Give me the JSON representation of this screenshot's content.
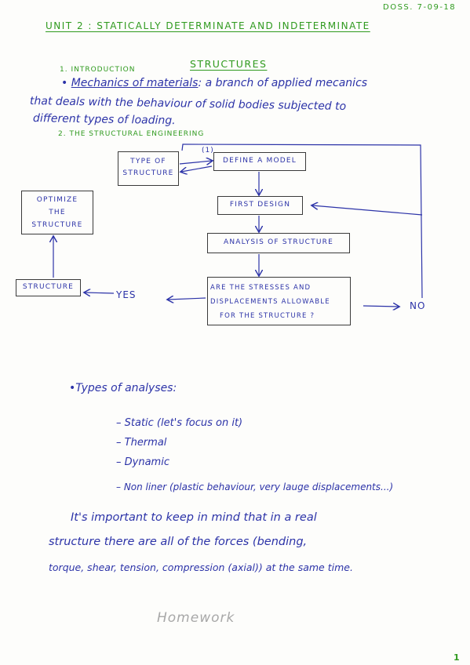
{
  "header": {
    "date": "DOSS. 7-09-18",
    "unit_title": "UNIT 2 : STATICALLY DETERMINATE AND INDETERMINATE",
    "unit_title_2": "STRUCTURES"
  },
  "intro": {
    "heading": "1. INTRODUCTION",
    "bullet": "•",
    "term": "Mechanics of materials",
    "line1": ": a branch of applied mecanics",
    "line2": "that deals with the behaviour of solid bodies subjected to",
    "line3": "different types of loading."
  },
  "section2": {
    "heading": "2. THE STRUCTURAL ENGINEERING"
  },
  "flowchart": {
    "step_number": "(1)",
    "type_of_structure_1": "TYPE OF",
    "type_of_structure_2": "STRUCTURE",
    "define_model": "DEFINE A MODEL",
    "first_design": "FIRST DESIGN",
    "analysis": "ANALYSIS OF STRUCTURE",
    "question_1": "ARE THE STRESSES AND",
    "question_2": "DISPLACEMENTS ALLOWABLE",
    "question_3": "FOR THE STRUCTURE ?",
    "structure": "STRUCTURE",
    "optimize_1": "OPTIMIZE",
    "optimize_2": "THE",
    "optimize_3": "STRUCTURE",
    "yes": "YES",
    "no": "NO"
  },
  "analyses": {
    "heading": "•Types of analyses:",
    "items": [
      "– Static (let's focus on it)",
      "– Thermal",
      "– Dynamic",
      "– Non liner (plastic behaviour, very lauge displacements...)"
    ]
  },
  "paragraph": {
    "line1": "It's important to keep in mind that in a real",
    "line2": "structure there are all of the forces (bending,",
    "line3": "torque, shear, tension, compression (axial)) at the same time."
  },
  "homework": "Homework",
  "page_number": "1"
}
